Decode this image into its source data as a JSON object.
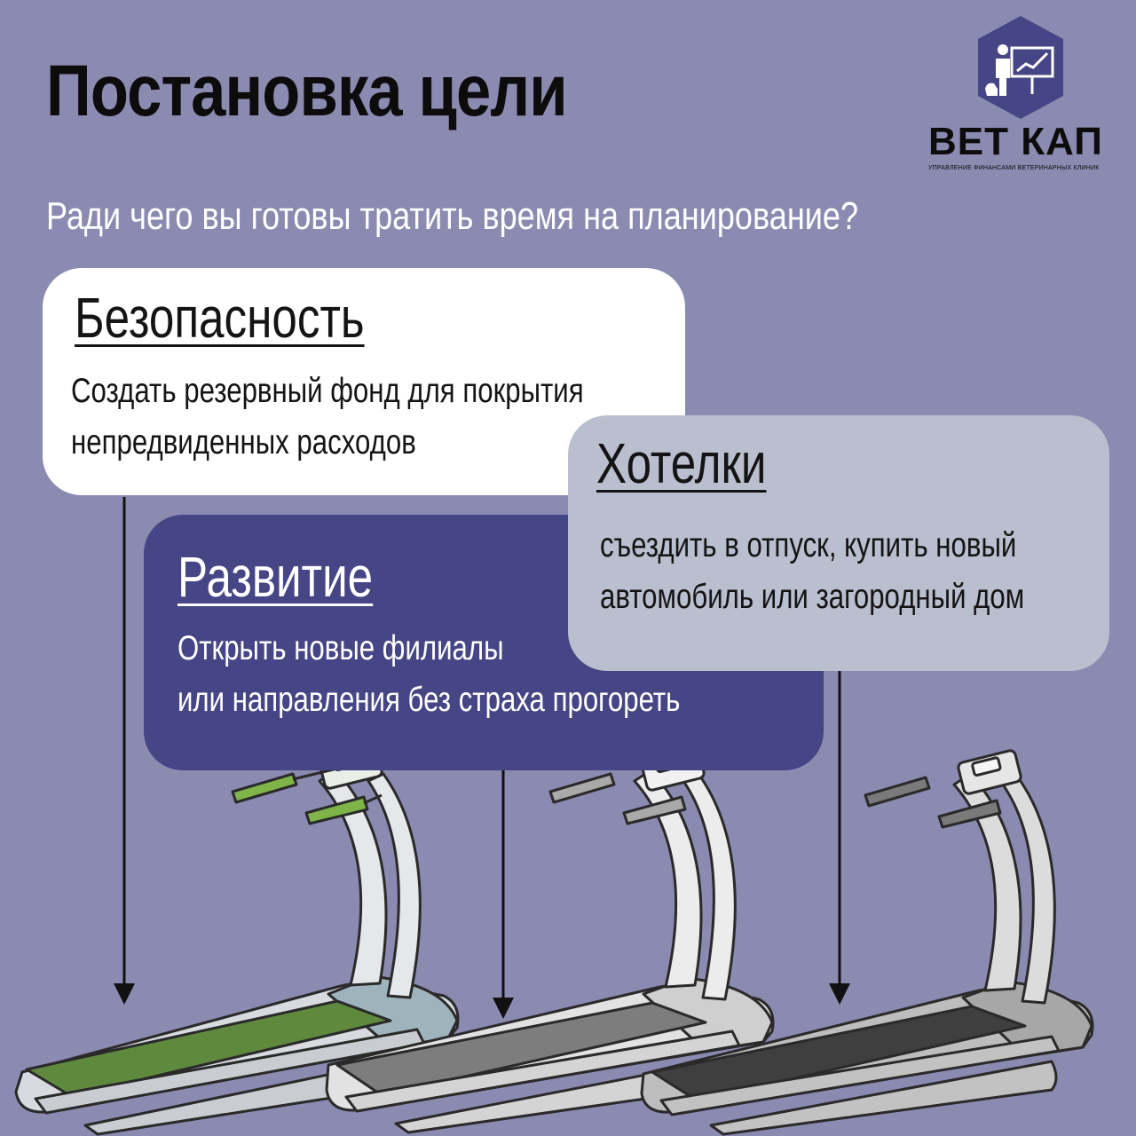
{
  "header": {
    "title": "Постановка цели",
    "subtitle": "Ради чего вы готовы тратить время на планирование?"
  },
  "logo": {
    "name": "ВЕТ КАП",
    "tagline": "УПРАВЛЕНИЕ ФИНАНСАМИ ВЕТЕРИНАРНЫХ КЛИНИК",
    "icon": "vet-presentation-icon"
  },
  "cards": {
    "safety": {
      "heading": "Безопасность",
      "line1": "Создать резервный фонд для покрытия",
      "line2": "непредвиденных расходов"
    },
    "development": {
      "heading": "Развитие",
      "line1": "Открыть новые филиалы",
      "line2": "или направления без страха прогореть"
    },
    "wants": {
      "heading": "Хотелки",
      "line1": "съездить в отпуск, купить новый",
      "line2": "автомобиль или загородный дом"
    }
  },
  "colors": {
    "background": "#8b8ab1",
    "card_safety": "#ffffff",
    "card_development": "#464585",
    "card_wants": "#b9bfce",
    "logo_hexagon": "#464585",
    "treadmill_green_belt": "#5f8a3e",
    "treadmill_gray_belt": "#7d7d7d",
    "treadmill_dark_belt": "#3f3f3f"
  }
}
